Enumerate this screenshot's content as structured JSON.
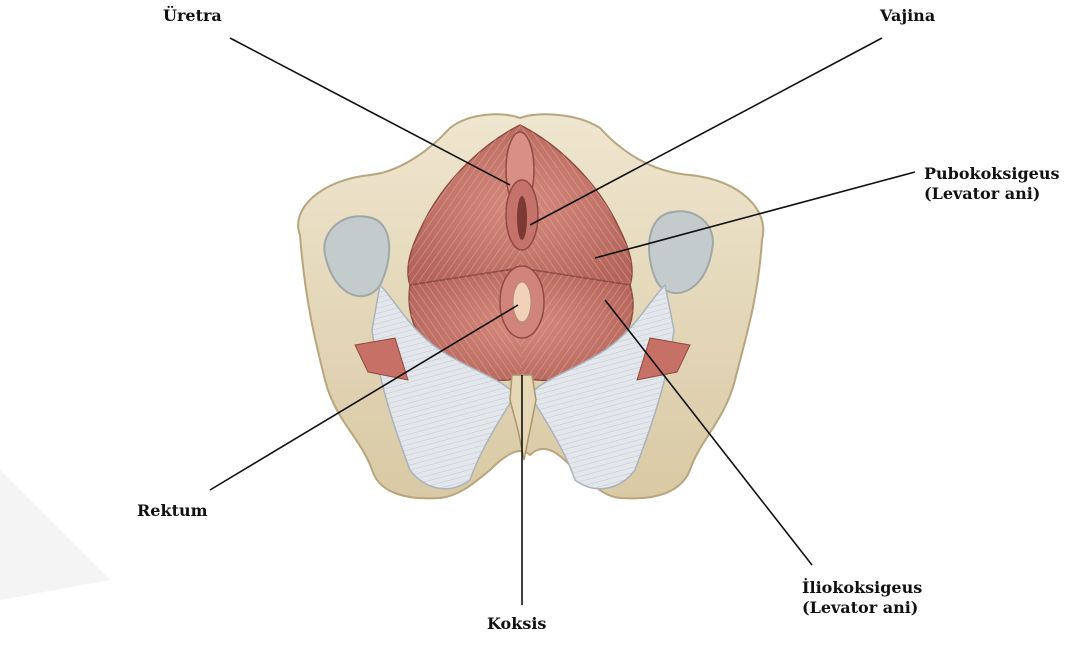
{
  "labels": {
    "uretra": "Üretra",
    "vajina": "Vajina",
    "pubokoksigeus_line1": "Pubokoksigeus",
    "pubokoksigeus_line2": "(Levator ani)",
    "rektum": "Rektum",
    "koksis": "Koksis",
    "iliokoksigeus_line1": "İliokoksigeus",
    "iliokoksigeus_line2": "(Levator ani)"
  },
  "colors": {
    "bone": "#e8dcc0",
    "bone_shadow": "#c9b894",
    "muscle": "#c97a6e",
    "muscle_dark": "#a85a50",
    "ligament": "#dfe3e8",
    "foramen": "#c9d0d2",
    "leader_line": "#111111"
  }
}
